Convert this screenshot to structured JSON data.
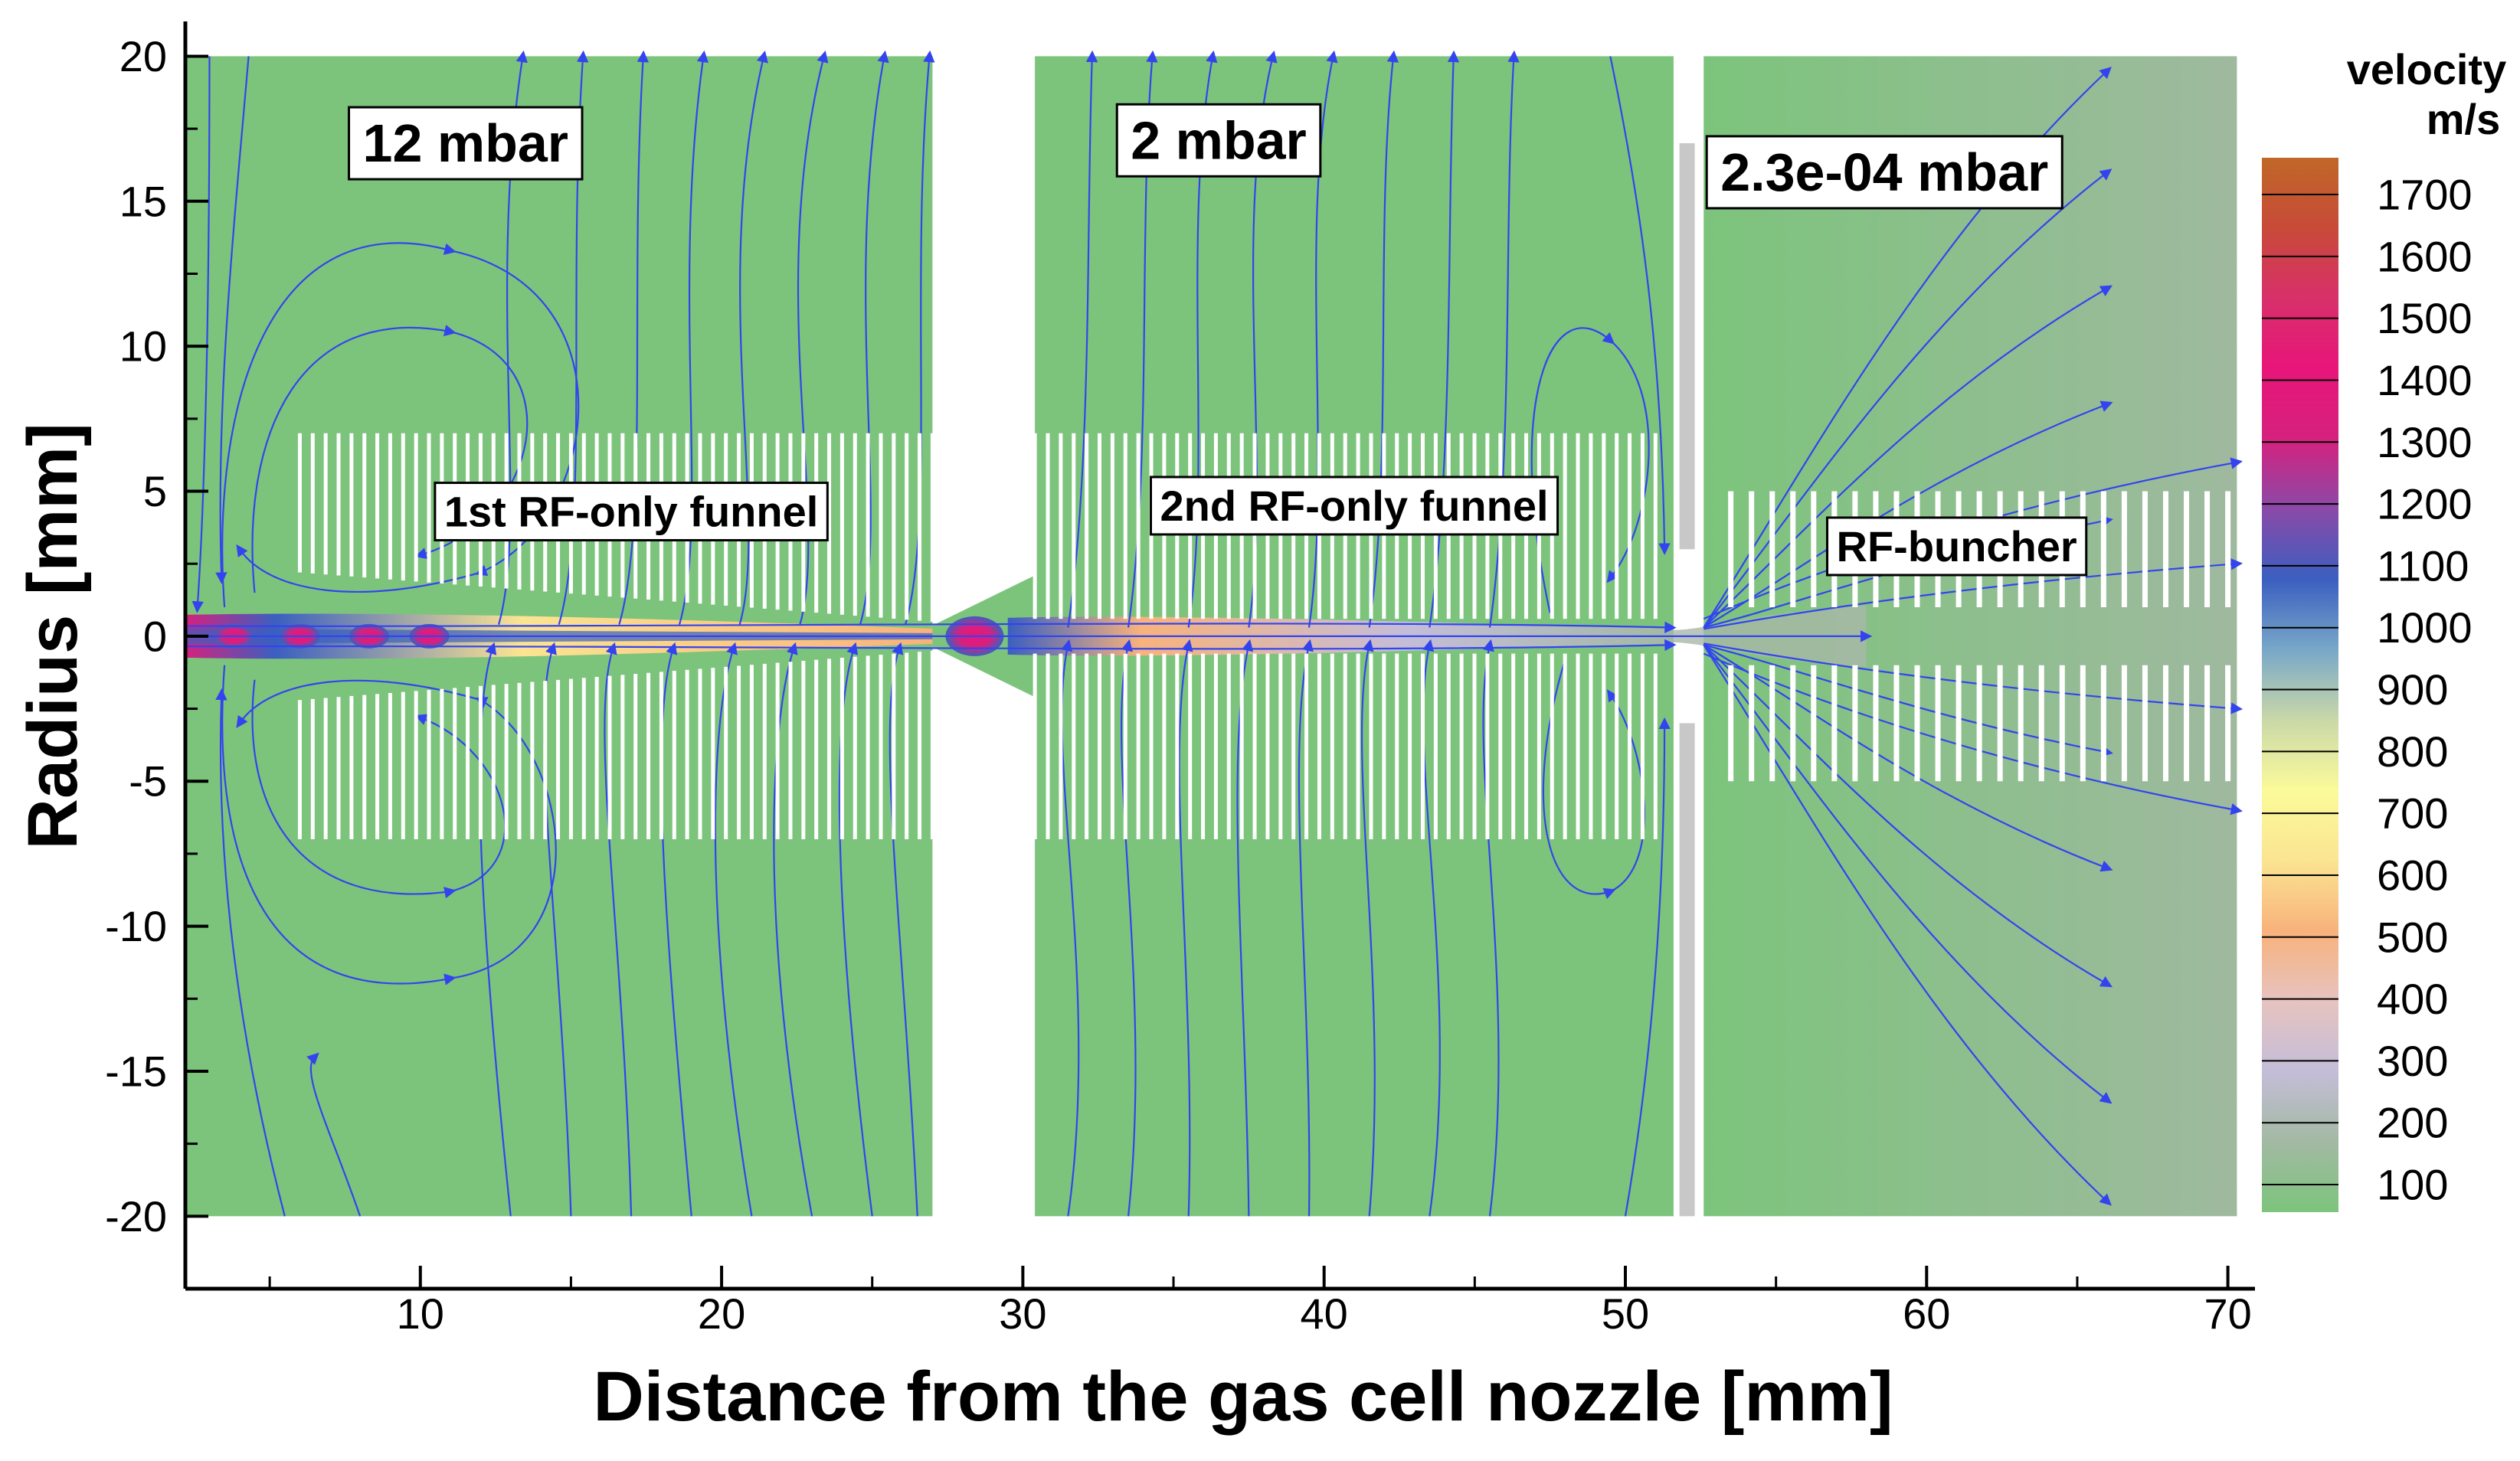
{
  "chart_data": {
    "type": "heatmap",
    "xlabel": "Distance from the gas cell nozzle  [mm]",
    "ylabel": "Radius  [mm]",
    "xlim": [
      2.2,
      70.9
    ],
    "ylim": [
      -22.5,
      21.2
    ],
    "x_ticks": [
      "10",
      "20",
      "30",
      "40",
      "50",
      "60",
      "70"
    ],
    "y_ticks": [
      "20",
      "15",
      "10",
      "5",
      "0",
      "-5",
      "-10",
      "-15",
      "-20"
    ],
    "colorbar": {
      "title": "velocity",
      "unit": "m/s",
      "range": [
        100,
        1700
      ],
      "ticks": [
        "1700",
        "1600",
        "1500",
        "1400",
        "1300",
        "1200",
        "1100",
        "1000",
        "900",
        "800",
        "700",
        "600",
        "500",
        "400",
        "300",
        "200",
        "100"
      ],
      "colors": [
        "#7cc47c",
        "#a3b9a3",
        "#c4bdd8",
        "#e7c3c0",
        "#f8b27c",
        "#fbe492",
        "#fbfb9a",
        "#cad8a8",
        "#78a8c8",
        "#3b5fc0",
        "#8a4aa8",
        "#d6217e",
        "#e8157a",
        "#d8306a",
        "#c84a38",
        "#c06828"
      ]
    },
    "regions": [
      {
        "x_range": [
          2.2,
          27.0
        ],
        "label": "12 mbar"
      },
      {
        "x_range": [
          30.4,
          51.6
        ],
        "label": "2 mbar"
      },
      {
        "x_range": [
          52.6,
          70.3
        ],
        "label": "2.3e-04 mbar"
      }
    ],
    "electrodes": [
      {
        "label": "1st RF-only funnel",
        "x_range": [
          6.0,
          27.0
        ],
        "r_inner": [
          2.2,
          0.5
        ],
        "r_outer": 7.0
      },
      {
        "label": "2nd RF-only funnel",
        "x_range": [
          30.4,
          51.0
        ],
        "r_inner": [
          0.6,
          0.6
        ],
        "r_outer": 7.0
      },
      {
        "label": "RF-buncher",
        "x_range": [
          53.5,
          70.0
        ],
        "r_inner": [
          1.0,
          1.0
        ],
        "r_outer": 5.0
      }
    ],
    "streamlines": "blue",
    "background_velocity": 100,
    "peak_velocity": 1550
  }
}
